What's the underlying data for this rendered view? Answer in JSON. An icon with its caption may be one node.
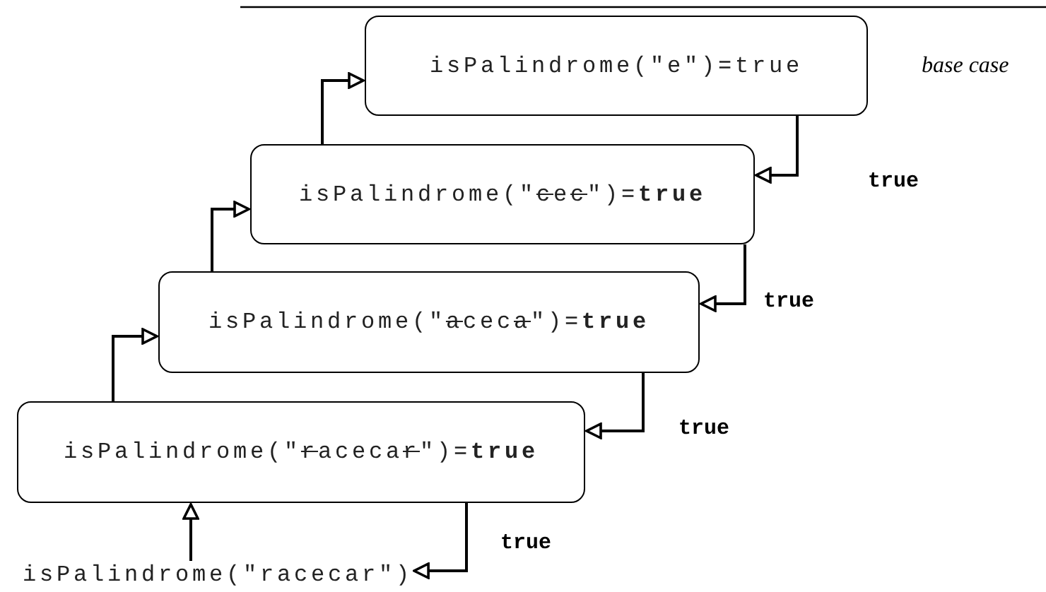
{
  "diagram": {
    "nodes": [
      {
        "text": [
          "isPalindrome(\"e\")=true"
        ],
        "beside": [
          "base case"
        ]
      },
      {
        "text": [
          "isPalindrome(\"cec\")=**true**"
        ]
      },
      {
        "text": [
          "isPalindrome(\"aceca\")=**true**"
        ]
      },
      {
        "text": [
          "isPalindrome(\"racecar\")=**true**"
        ]
      },
      {
        "text": [
          "isPalindrome(\"racecar\")"
        ]
      }
    ],
    "edges": [
      {
        "from": 4,
        "to": 3,
        "arrow": "to"
      },
      {
        "from": 3,
        "to": 2,
        "arrow": "to"
      },
      {
        "from": 2,
        "to": 1,
        "arrow": "to"
      },
      {
        "from": 1,
        "to": 0,
        "arrow": "to"
      },
      {
        "from": 0,
        "to": 1,
        "arrow": "to",
        "label": "true"
      },
      {
        "from": 1,
        "to": 2,
        "arrow": "to",
        "label": "true"
      },
      {
        "from": 2,
        "to": 3,
        "arrow": "to",
        "label": "true"
      },
      {
        "from": 3,
        "to": 4,
        "arrow": "to",
        "label": "true"
      }
    ]
  }
}
